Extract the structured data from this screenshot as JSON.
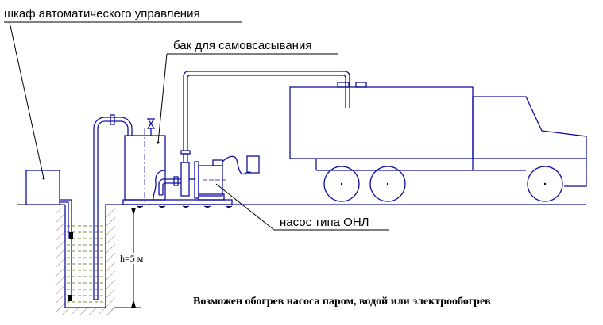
{
  "labels": {
    "control_cabinet": "шкаф автоматического управления",
    "priming_tank": "бак для самовсасывания",
    "pump": "насос типа ОНЛ",
    "height": "h=5 м"
  },
  "note": "Возможен обогрев насоса паром, водой или электрообогрев",
  "colors": {
    "line": "#1010a0",
    "text": "#000000"
  }
}
